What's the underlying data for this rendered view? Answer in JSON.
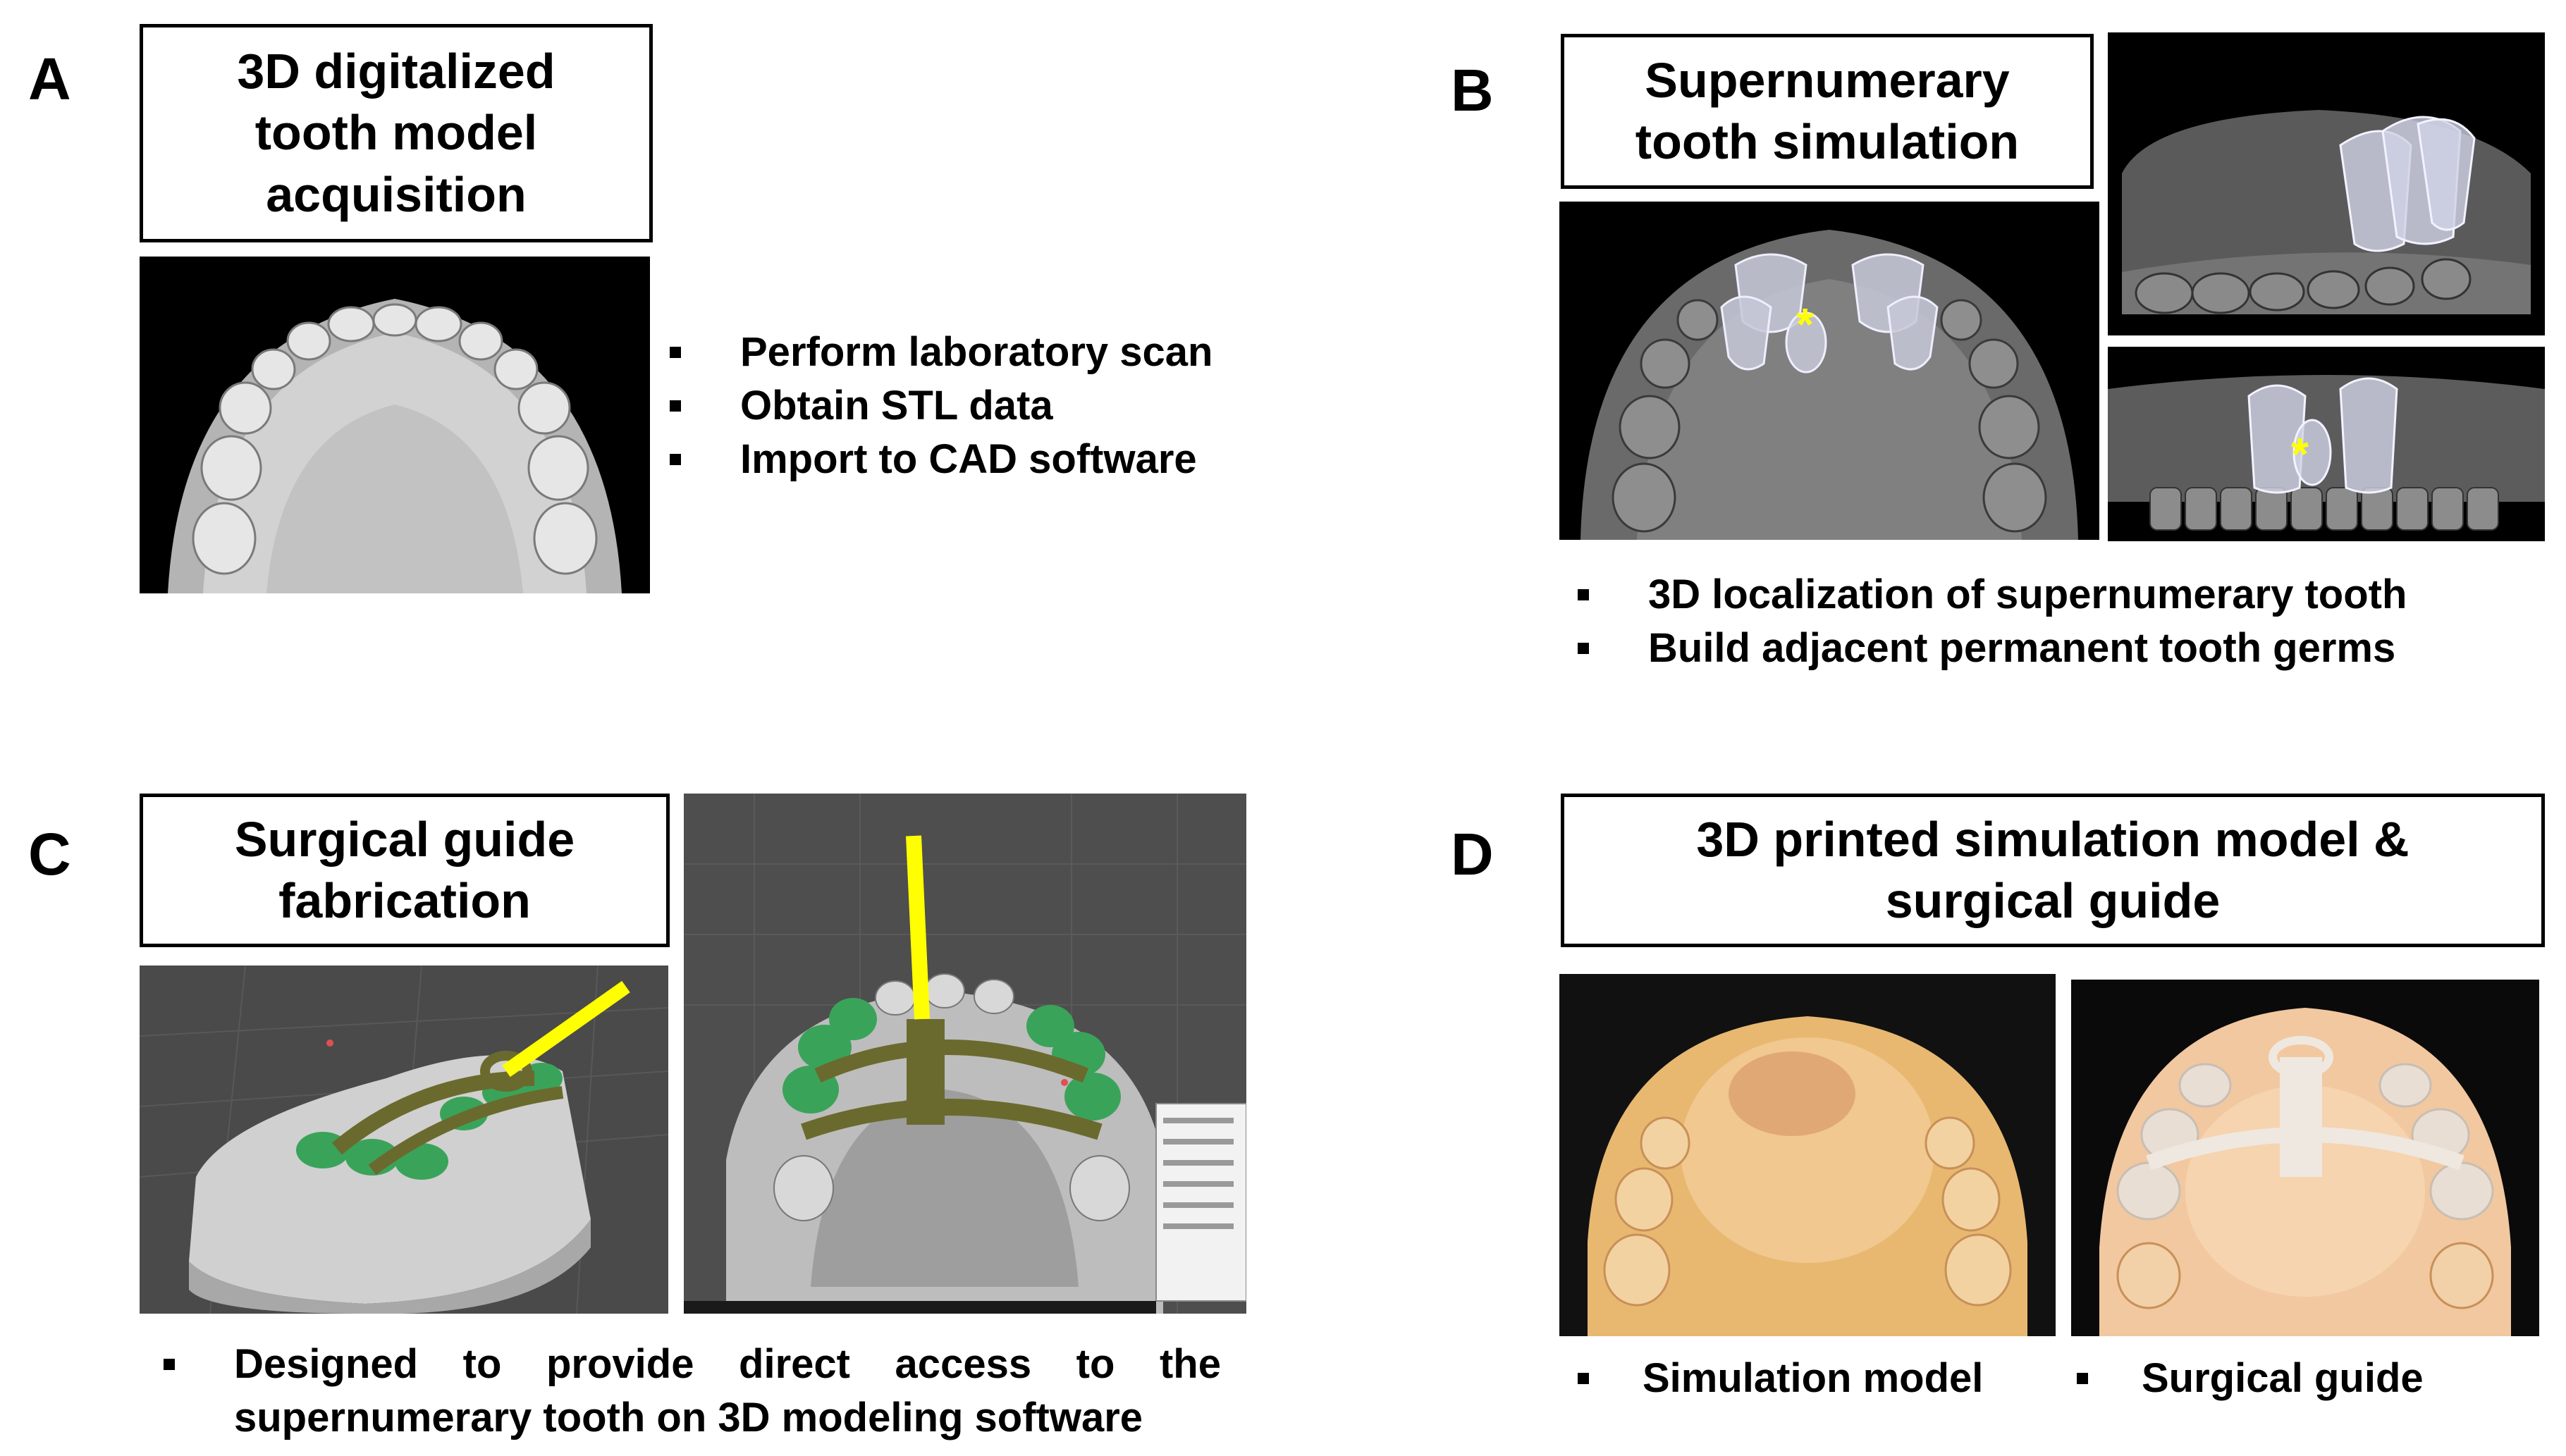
{
  "panels": {
    "a": {
      "letter": "A",
      "title": "3D digitalized\ntooth model\nacquisition",
      "bullets": [
        "Perform laboratory scan",
        "Obtain STL data",
        "Import to CAD software"
      ]
    },
    "b": {
      "letter": "B",
      "title": "Supernumerary\ntooth simulation",
      "markers": [
        "*",
        "*"
      ],
      "bullets": [
        "3D localization of supernumerary tooth",
        "Build adjacent permanent tooth germs"
      ]
    },
    "c": {
      "letter": "C",
      "title": "Surgical guide\nfabrication",
      "bullet_line1": "Designed to provide direct access to the",
      "bullet_line2": "supernumerary tooth on 3D modeling software"
    },
    "d": {
      "letter": "D",
      "title": "3D printed simulation model &\nsurgical guide",
      "bullets": [
        "Simulation model",
        "Surgical guide"
      ]
    }
  },
  "colors": {
    "marker_yellow": "#ffff00",
    "guide_green": "#3aa35a",
    "guide_olive": "#6b6a2e",
    "cast_gray": "#9a9a9a",
    "print_yellow": "#e8b870"
  }
}
